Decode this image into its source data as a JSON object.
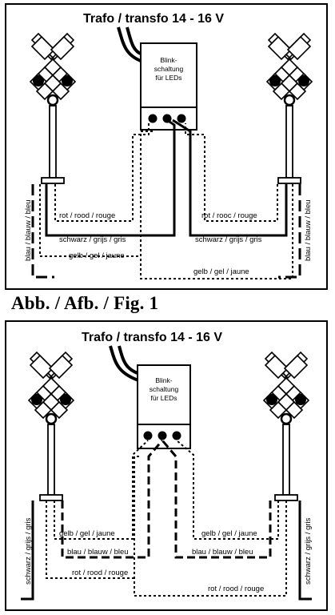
{
  "figure1": {
    "power_label": "Trafo / transfo 14 - 16 V",
    "box_label_line1": "Blink-",
    "box_label_line2": "schaltung",
    "box_label_line3": "für LEDs",
    "wire_left_vertical": "blau / blauw / bleu",
    "wire_right_vertical": "blau / blauw / bleu",
    "wire_rot_left": "rot / rood / rouge",
    "wire_rot_right": "rot / rooc / rouge",
    "wire_schwarz_left": "schwarz / grijs / gris",
    "wire_schwarz_right": "schwarz / grijs / gris",
    "wire_gelb_left": "gelb / gel / jaune",
    "wire_gelb_right": "gelb / gel / jaune"
  },
  "caption": "Abb. / Afb. / Fig. 1",
  "figure2": {
    "power_label": "Trafo / transfo 14 - 16 V",
    "box_label_line1": "Blink-",
    "box_label_line2": "schaltung",
    "box_label_line3": "für LEDs",
    "wire_left_vertical": "schwarz / grijs / gris",
    "wire_right_vertical": "schwarz / grijs / gris",
    "wire_gelb_left": "gelb / gel / jaune",
    "wire_gelb_right": "gelb / gel / jaune",
    "wire_blau_left": "blau / blauw / bleu",
    "wire_blau_right": "blau / blauw / bleu",
    "wire_rot_left": "rot / rood / rouge",
    "wire_rot_right": "rot / rood / rouge"
  }
}
